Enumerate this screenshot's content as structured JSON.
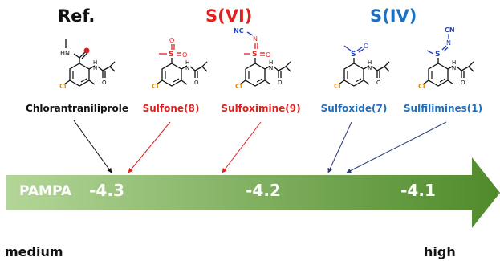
{
  "groups": {
    "ref": {
      "title": "Ref.",
      "color": "#111111"
    },
    "s6": {
      "title": "S(VI)",
      "color": "#e02020"
    },
    "s4": {
      "title": "S(IV)",
      "color": "#1f6fbf"
    }
  },
  "compounds": [
    {
      "label": "Chlorantraniliprole",
      "color": "#111111"
    },
    {
      "label": "Sulfone(8)",
      "color": "#e02020"
    },
    {
      "label": "Sulfoximine(9)",
      "color": "#e02020"
    },
    {
      "label": "Sulfoxide(7)",
      "color": "#1f6fbf"
    },
    {
      "label": "Sulfilimines(1)",
      "color": "#1f6fbf"
    }
  ],
  "atoms": {
    "cl": "Cl",
    "hn": "HN",
    "h": "H",
    "n": "N",
    "o": "O",
    "s": "S",
    "nc": "NC",
    "cn": "CN"
  },
  "pampa": {
    "label": "PAMPA",
    "values": [
      "-4.3",
      "-4.2",
      "-4.1"
    ]
  },
  "scale": {
    "low": "medium",
    "high": "high"
  },
  "colors": {
    "arrow_start": "#a9cf8c",
    "arrow_end": "#4f8a2a",
    "orange": "#e6900a",
    "red": "#e02020",
    "blue": "#1f3fbf",
    "navy": "#2b3a7a"
  }
}
